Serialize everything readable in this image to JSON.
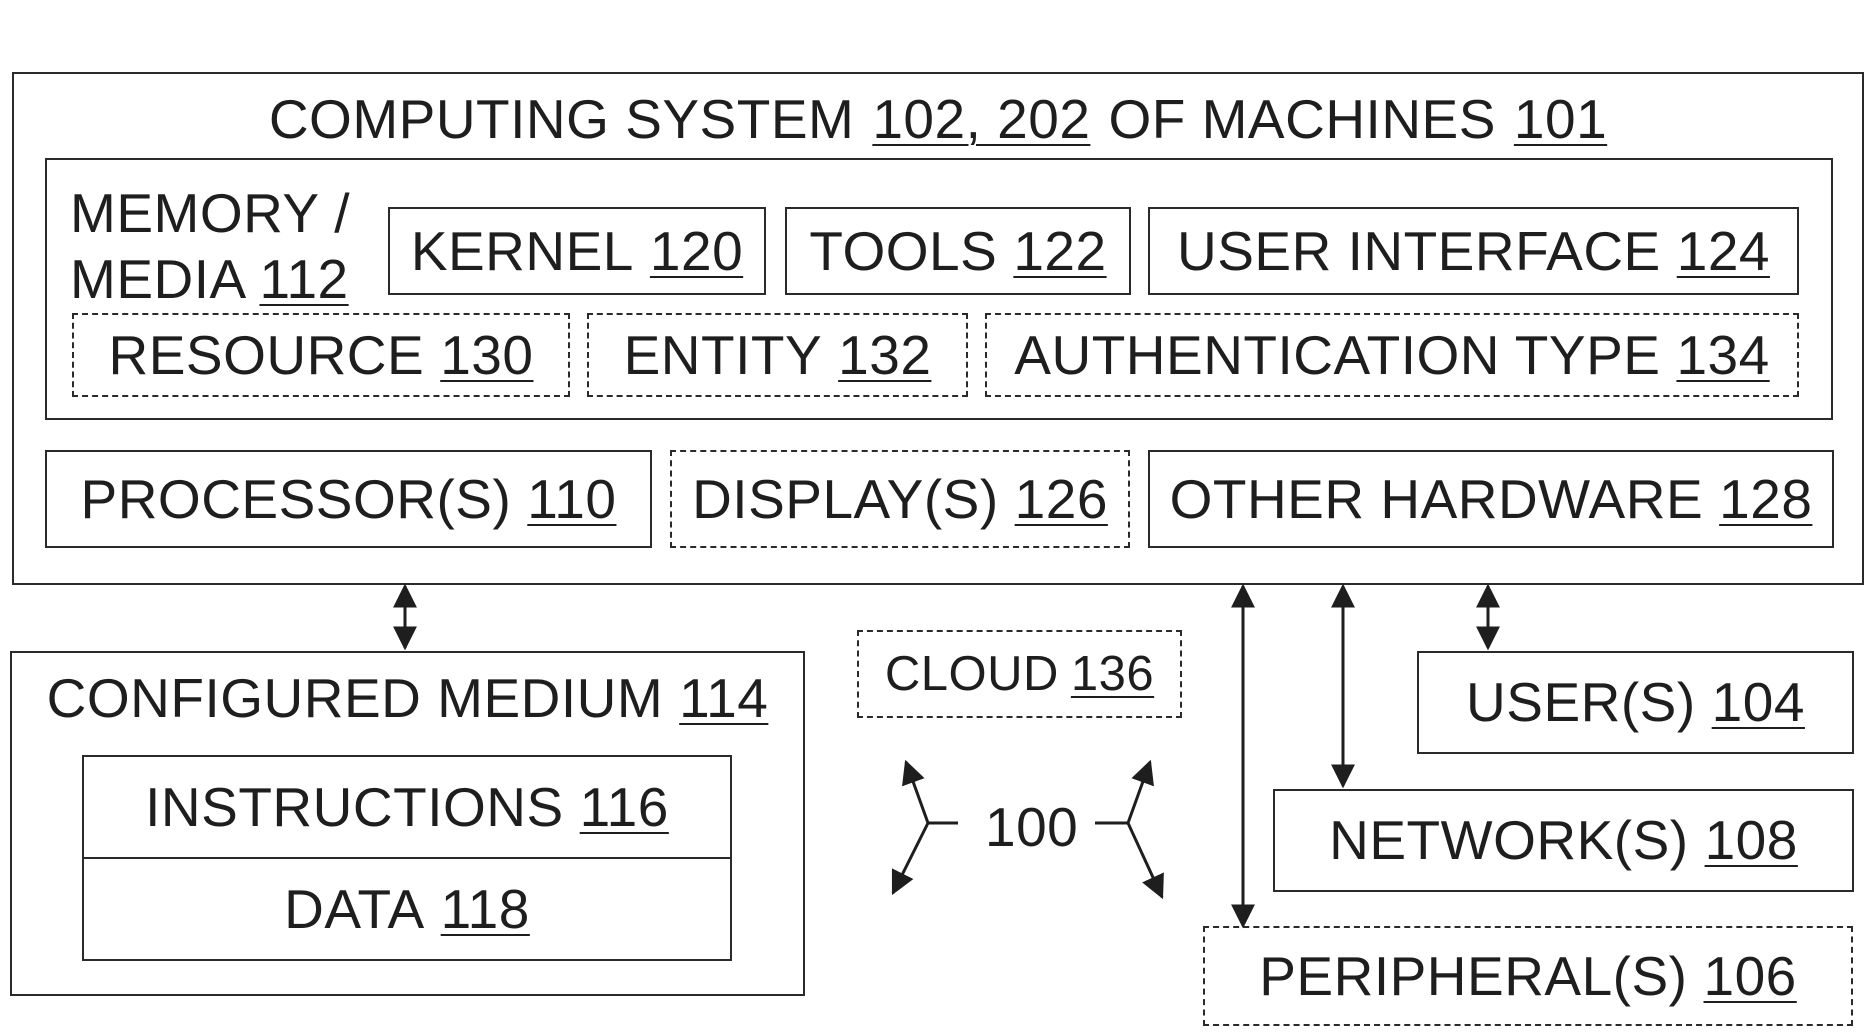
{
  "computing_system": {
    "label": "COMPUTING SYSTEM",
    "ref": "102, 202",
    "mid": "OF MACHINES",
    "ref2": "101"
  },
  "memory": {
    "line1": "MEMORY /",
    "line2": "MEDIA",
    "ref": "112"
  },
  "kernel": {
    "label": "KERNEL",
    "ref": "120"
  },
  "tools": {
    "label": "TOOLS",
    "ref": "122"
  },
  "user_interface": {
    "label": "USER INTERFACE",
    "ref": "124"
  },
  "resource": {
    "label": "RESOURCE",
    "ref": "130"
  },
  "entity": {
    "label": "ENTITY",
    "ref": "132"
  },
  "auth_type": {
    "label": "AUTHENTICATION TYPE",
    "ref": "134"
  },
  "processors": {
    "label": "PROCESSOR(S)",
    "ref": "110"
  },
  "displays": {
    "label": "DISPLAY(S)",
    "ref": "126"
  },
  "other_hardware": {
    "label": "OTHER HARDWARE",
    "ref": "128"
  },
  "configured_medium": {
    "label": "CONFIGURED MEDIUM",
    "ref": "114"
  },
  "instructions": {
    "label": "INSTRUCTIONS",
    "ref": "116"
  },
  "data_box": {
    "label": "DATA",
    "ref": "118"
  },
  "cloud": {
    "label": "CLOUD",
    "ref": "136"
  },
  "environment": {
    "ref": "100"
  },
  "users": {
    "label": "USER(S)",
    "ref": "104"
  },
  "networks": {
    "label": "NETWORK(S)",
    "ref": "108"
  },
  "peripherals": {
    "label": "PERIPHERAL(S)",
    "ref": "106"
  }
}
